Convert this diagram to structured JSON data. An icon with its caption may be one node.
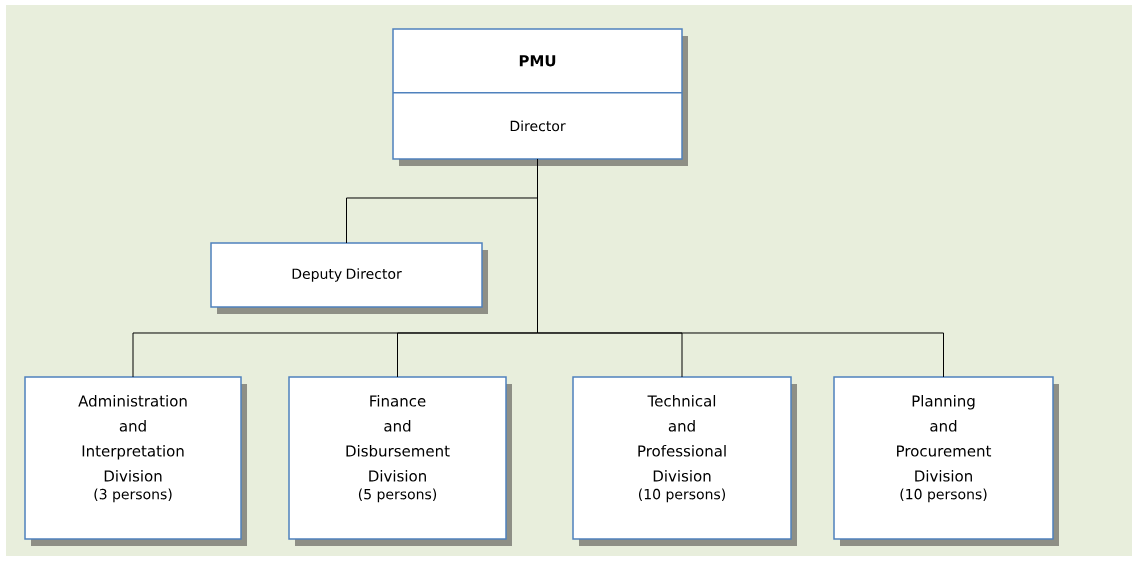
{
  "diagram": {
    "nodes": [
      {
        "text": [
          "PMU",
          "Director"
        ]
      },
      {
        "text": [
          "Deputy Director"
        ]
      },
      {
        "text": [
          "Administration and Interpretation Division",
          "(3 persons)"
        ]
      },
      {
        "text": [
          "Finance and Disbursement Division",
          "(5 persons)"
        ]
      },
      {
        "text": [
          "Technical and Professional Division",
          "(10 persons)"
        ]
      },
      {
        "text": [
          "Planning and Procurement Division",
          "(10 persons)"
        ]
      }
    ],
    "edges": [
      {
        "from": 0,
        "to": 1,
        "arrow": "none"
      },
      {
        "from": 0,
        "to": 2,
        "arrow": "none"
      },
      {
        "from": 0,
        "to": 3,
        "arrow": "none"
      },
      {
        "from": 0,
        "to": 4,
        "arrow": "none"
      },
      {
        "from": 0,
        "to": 5,
        "arrow": "none"
      }
    ]
  }
}
